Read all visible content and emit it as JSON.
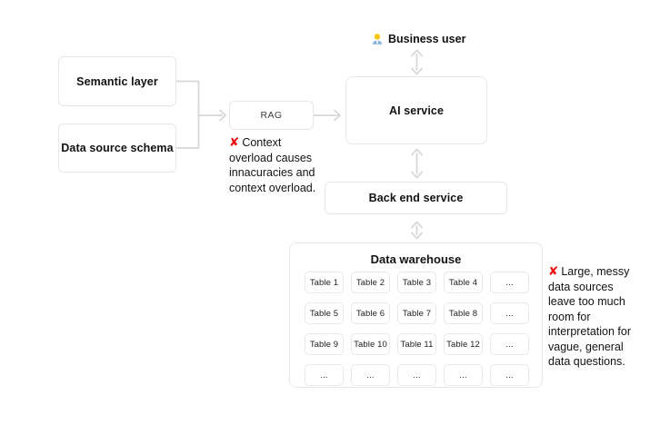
{
  "colors": {
    "background": "#ffffff",
    "box_border": "#e7e7e7",
    "connector": "#d8d8d8",
    "text": "#121212",
    "accent_red": "#ee1111"
  },
  "nodes": {
    "semantic_layer": {
      "label": "Semantic layer"
    },
    "data_source_schema": {
      "label": "Data source schema"
    },
    "rag": {
      "label": "RAG"
    },
    "ai_service": {
      "label": "AI service"
    },
    "business_user": {
      "label": "Business user",
      "icon": "office-worker-emoji"
    },
    "backend_service": {
      "label": "Back end service"
    },
    "data_warehouse": {
      "title": "Data warehouse",
      "cells": [
        "Table 1",
        "Table 2",
        "Table 3",
        "Table 4",
        "...",
        "Table 5",
        "Table 6",
        "Table 7",
        "Table 8",
        "...",
        "Table 9",
        "Table 10",
        "Table 11",
        "Table 12",
        "...",
        "...",
        "...",
        "...",
        "...",
        "..."
      ]
    }
  },
  "annotations": {
    "x_glyph": "✘",
    "context_overload": {
      "lines": [
        "Context",
        "overload causes",
        "innacuracies and",
        "context overload."
      ]
    },
    "messy_sources": {
      "lines": [
        "Large, messy",
        "data sources",
        "leave too much",
        "room for",
        "interpretation for",
        "vague, general",
        "data questions."
      ]
    }
  }
}
